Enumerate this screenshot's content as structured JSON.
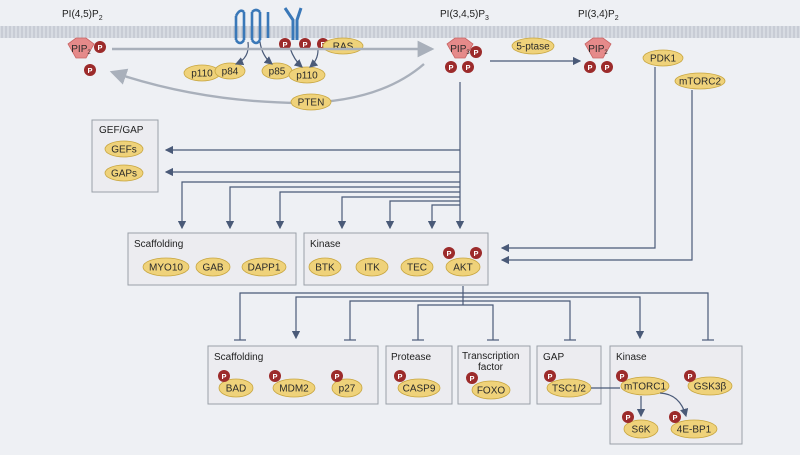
{
  "membrane": {
    "pip2_label": "PI(4,5)P",
    "pip2_sub": "2",
    "pip3_label": "PI(3,4,5)P",
    "pip3_sub": "3",
    "pi34_label": "PI(3,4)P",
    "pi34_sub": "2",
    "pip2_node": "PIP",
    "pip2_node_sub": "2",
    "pip3_node": "PIP",
    "pip3_node_sub": "3",
    "pi34_node": "PIP",
    "pi34_node_sub": "2"
  },
  "phospho": "P",
  "receptors": {
    "p110_left": "p110",
    "p84": "p84",
    "p85": "p85",
    "p110_right": "p110",
    "ras": "RAS",
    "pten": "PTEN",
    "ptase": "5-ptase",
    "pdk1": "PDK1",
    "mtorc2": "mTORC2"
  },
  "gefgap": {
    "header": "GEF/GAP",
    "items": [
      "GEFs",
      "GAPs"
    ]
  },
  "scaffolding_top": {
    "header": "Scaffolding",
    "items": [
      "MYO10",
      "GAB",
      "DAPP1"
    ]
  },
  "kinase_top": {
    "header": "Kinase",
    "items": [
      "BTK",
      "ITK",
      "TEC",
      "AKT"
    ]
  },
  "scaffolding_bottom": {
    "header": "Scaffolding",
    "items": [
      "BAD",
      "MDM2",
      "p27"
    ]
  },
  "protease": {
    "header": "Protease",
    "items": [
      "CASP9"
    ]
  },
  "transcription": {
    "header_line1": "Transcription",
    "header_line2": "factor",
    "items": [
      "FOXO"
    ]
  },
  "gap": {
    "header": "GAP",
    "items": [
      "TSC1/2"
    ]
  },
  "kinase_bottom": {
    "header": "Kinase",
    "items": [
      "mTORC1",
      "GSK3β",
      "S6K",
      "4E-BP1"
    ]
  },
  "colors": {
    "pill": "#efd27a",
    "phospho": "#9c2b2b",
    "pip_hexagon": "#e58a8a",
    "receptor": "#3a78b8",
    "arrow": "#4a5a78"
  }
}
